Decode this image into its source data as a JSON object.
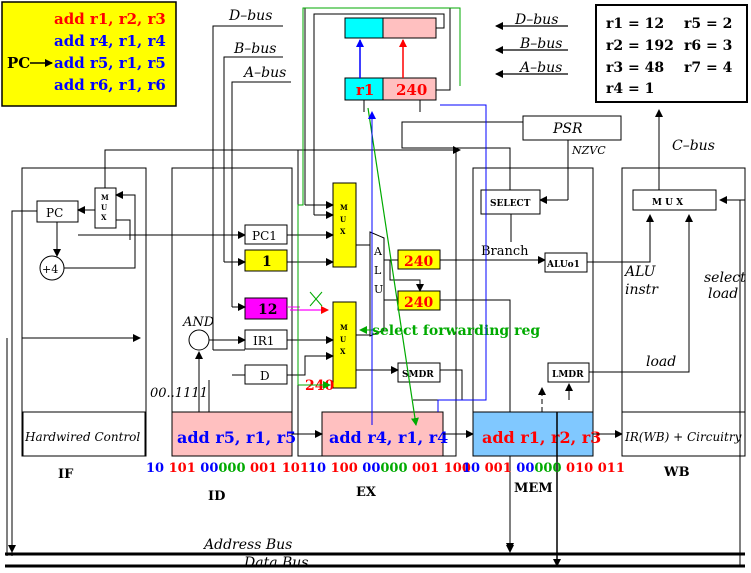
{
  "program": {
    "lines": [
      {
        "text": "add r1, r2, r3",
        "color": "#ff0000"
      },
      {
        "text": "add r4, r1, r4",
        "color": "#0000ff"
      },
      {
        "text": "add r5, r1, r5",
        "color": "#0000ff"
      },
      {
        "text": "add r6, r1, r6",
        "color": "#0000ff"
      }
    ],
    "pc_label": "PC"
  },
  "registers": {
    "left": [
      "r1 = 12",
      "r2 = 192",
      "r3 = 48",
      "r4 = 1"
    ],
    "right": [
      "r5 = 2",
      "r6 = 3",
      "r7 = 4"
    ]
  },
  "buses": {
    "d_bus": "D–bus",
    "b_bus": "B–bus",
    "a_bus": "A–bus",
    "c_bus": "C–bus",
    "address_bus": "Address Bus",
    "data_bus": "Data Bus"
  },
  "regfile": {
    "reg": "r1",
    "value": "240"
  },
  "components": {
    "psr": "PSR",
    "nzvc": "NZVC",
    "select": "SELECT",
    "branch": "Branch",
    "aluo1": "ALUo1",
    "alu_instr_1": "ALU",
    "alu_instr_2": "instr",
    "select_load_1": "select",
    "select_load_2": "load",
    "load": "load",
    "pc": "PC",
    "plus4": "+4",
    "pc1": "PC1",
    "one": "1",
    "twelve": "12",
    "ir1": "IR1",
    "d": "D",
    "and": "AND",
    "mask": "00..1111",
    "smdr": "SMDR",
    "lmdr": "LMDR",
    "mux_small": [
      "M",
      "U",
      "X"
    ],
    "mux_wb": "M U X",
    "alu": [
      "A",
      "L",
      "U"
    ],
    "alu_out_1": "240",
    "alu_out_2": "240",
    "fwd_value": "240",
    "select_forwarding": "select forwarding reg",
    "hardwired": "Hardwired Control",
    "ir_wb": "IR(WB) + Circuitry"
  },
  "stages": {
    "id_instr": "add r5, r1, r5",
    "ex_instr": "add r4, r1, r4",
    "mem_instr": "add r1, r2, r3",
    "labels": [
      "IF",
      "ID",
      "EX",
      "MEM",
      "WB"
    ]
  },
  "encodings": {
    "id": [
      {
        "t": "10",
        "c": "#0000ff"
      },
      {
        "t": " 101",
        "c": "#ff0000"
      },
      {
        "t": " 00",
        "c": "#0000ff"
      },
      {
        "t": "000",
        "c": "#00aa00"
      },
      {
        "t": " 001",
        "c": "#ff0000"
      },
      {
        "t": " 101",
        "c": "#ff0000"
      }
    ],
    "ex": [
      {
        "t": "10",
        "c": "#0000ff"
      },
      {
        "t": " 100",
        "c": "#ff0000"
      },
      {
        "t": " 00",
        "c": "#0000ff"
      },
      {
        "t": "000",
        "c": "#00aa00"
      },
      {
        "t": " 001",
        "c": "#ff0000"
      },
      {
        "t": " 100",
        "c": "#ff0000"
      }
    ],
    "mem": [
      {
        "t": "10",
        "c": "#0000ff"
      },
      {
        "t": " 001",
        "c": "#ff0000"
      },
      {
        "t": " 00",
        "c": "#0000ff"
      },
      {
        "t": "000",
        "c": "#00aa00"
      },
      {
        "t": " 010",
        "c": "#ff0000"
      },
      {
        "t": " 011",
        "c": "#ff0000"
      }
    ]
  },
  "colors": {
    "yellow": "#ffff00",
    "pink": "#ffc0c0",
    "cyan": "#00ffff",
    "magenta": "#ff00ff",
    "lightblue": "#80c8ff",
    "green": "#00aa00",
    "red": "#ff0000",
    "blue": "#0000ff"
  }
}
